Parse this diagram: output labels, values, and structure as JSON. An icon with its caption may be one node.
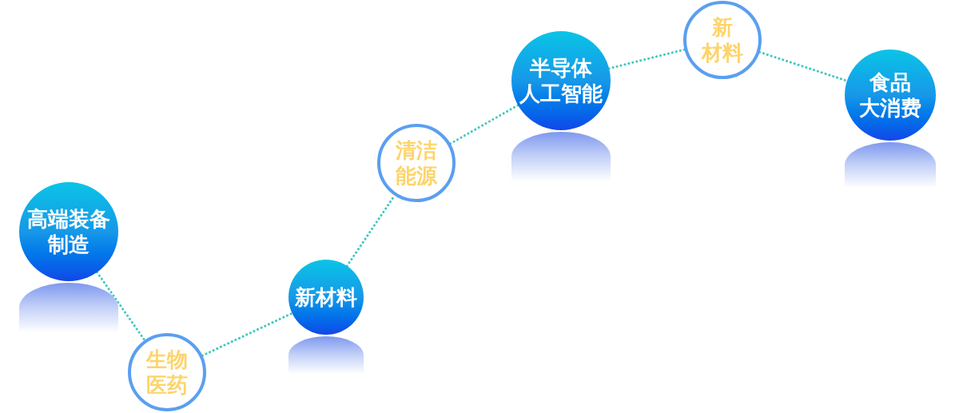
{
  "diagram": {
    "nodes": [
      {
        "text": [
          "高端装备制造"
        ]
      },
      {
        "text": [
          "生物医药"
        ]
      },
      {
        "text": [
          "新材料"
        ]
      },
      {
        "text": [
          "清洁能源"
        ]
      },
      {
        "text": [
          "半导体人工智能"
        ]
      },
      {
        "text": [
          "新材料"
        ]
      },
      {
        "text": [
          "食品大消费"
        ]
      }
    ],
    "edges": [
      {
        "from": 0,
        "to": 1,
        "arrow": "none"
      },
      {
        "from": 1,
        "to": 2,
        "arrow": "none"
      },
      {
        "from": 2,
        "to": 3,
        "arrow": "none"
      },
      {
        "from": 3,
        "to": 4,
        "arrow": "none"
      },
      {
        "from": 4,
        "to": 5,
        "arrow": "none"
      },
      {
        "from": 5,
        "to": 6,
        "arrow": "none"
      }
    ]
  }
}
